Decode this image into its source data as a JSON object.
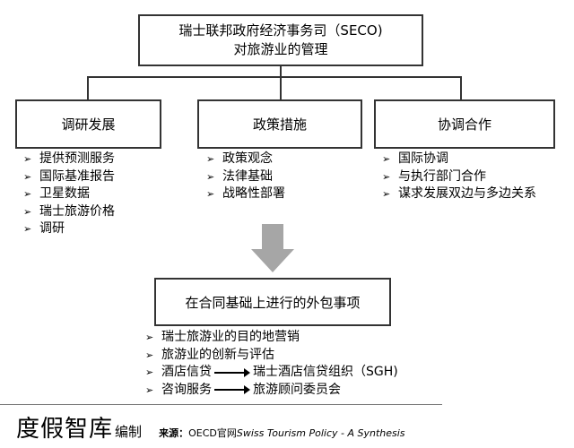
{
  "root": {
    "line1": "瑞士联邦政府经济事务司（SECO)",
    "line2": "对旅游业的管理"
  },
  "columns": [
    {
      "title": "调研发展",
      "items": [
        "提供预测服务",
        "国际基准报告",
        "卫星数据",
        "瑞士旅游价格",
        "调研"
      ]
    },
    {
      "title": "政策措施",
      "items": [
        "政策观念",
        "法律基础",
        "战略性部署"
      ]
    },
    {
      "title": "协调合作",
      "items": [
        "国际协调",
        "与执行部门合作",
        "谋求发展双边与多边关系"
      ]
    }
  ],
  "outsourcing": {
    "title": "在合同基础上进行的外包事项",
    "items": [
      {
        "text": "瑞士旅游业的目的地营销"
      },
      {
        "text": "旅游业的创新与评估"
      },
      {
        "text": "酒店信贷",
        "target": "瑞士酒店信贷组织（SGH)"
      },
      {
        "text": "咨询服务",
        "target": "旅游顾问委员会"
      }
    ]
  },
  "bullet_glyph": "➢",
  "footer": {
    "brand": "度假智库",
    "brand_suffix": "编制",
    "source_label": "来源：",
    "source_org": "OECD官网",
    "source_title": "Swiss Tourism Policy - A Synthesis"
  },
  "colors": {
    "border": "#333333",
    "arrow": "#a6a6a6",
    "text": "#000000"
  }
}
